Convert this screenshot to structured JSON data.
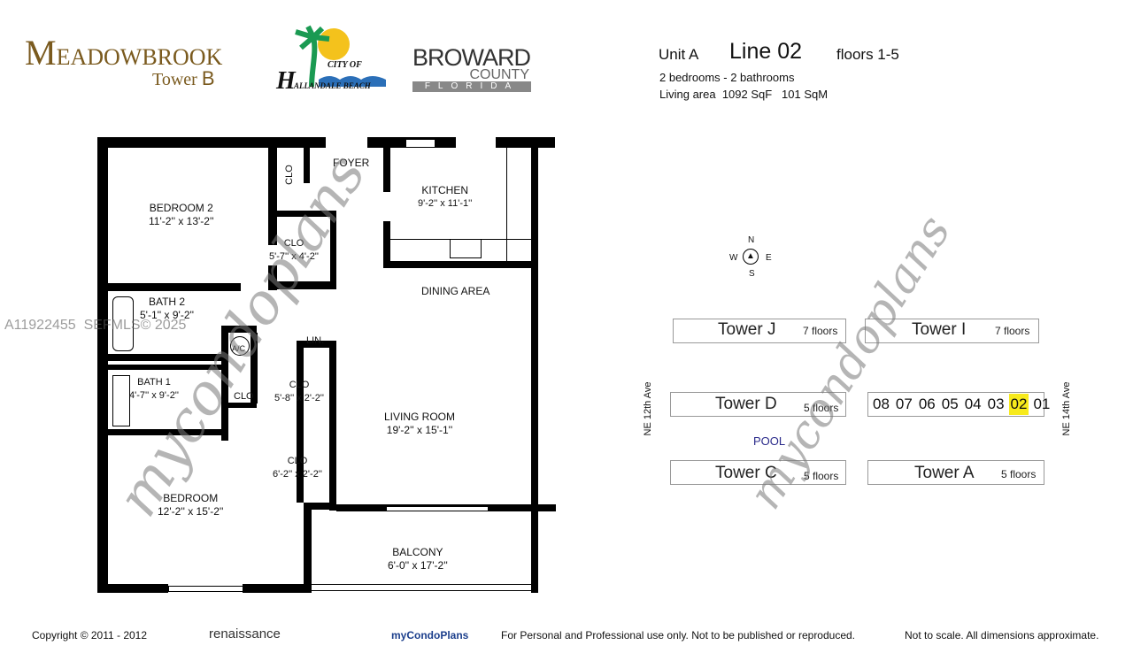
{
  "header": {
    "brand_first": "M",
    "brand_rest": "EADOWBROOK",
    "tower": "Tower",
    "tower_letter": "B",
    "city_logo": {
      "line1": "CITY OF",
      "letter": "H",
      "line2": "ALLANDALE BEACH"
    },
    "county_logo": {
      "line1": "BROWARD",
      "line2": "COUNTY",
      "line3": "FLORIDA"
    }
  },
  "unit": {
    "unit": "Unit A",
    "line": "Line 02",
    "floors": "floors 1-5",
    "beds_baths": "2 bedrooms - 2 bathrooms",
    "living_area": "Living area  1092 SqF   101 SqM"
  },
  "rooms": [
    {
      "name": "BEDROOM 2",
      "dim": "11'-2'' x 13'-2''"
    },
    {
      "name": "FOYER",
      "dim": ""
    },
    {
      "name": "KITCHEN",
      "dim": "9'-2'' x 11'-1''"
    },
    {
      "name": "CLO",
      "dim": "5'-7'' x 4'-2''"
    },
    {
      "name": "DINING AREA",
      "dim": ""
    },
    {
      "name": "BATH 2",
      "dim": "5'-1'' x 9'-2''"
    },
    {
      "name": "BATH 1",
      "dim": "4'-7'' x 9'-2''"
    },
    {
      "name": "CLO",
      "dim": "5'-8'' x 2'-2''"
    },
    {
      "name": "CLO",
      "dim": "6'-2'' x 2'-2''"
    },
    {
      "name": "LIVING ROOM",
      "dim": "19'-2'' x 15'-1''"
    },
    {
      "name": "BEDROOM",
      "dim": "12'-2'' x 15'-2''"
    },
    {
      "name": "BALCONY",
      "dim": "6'-0'' x 17'-2''"
    },
    {
      "name": "CLO",
      "dim": ""
    },
    {
      "name": "CLO",
      "dim": ""
    },
    {
      "name": "A/C",
      "dim": ""
    },
    {
      "name": "LIN.",
      "dim": ""
    }
  ],
  "compass": {
    "n": "N",
    "s": "S",
    "e": "E",
    "w": "W"
  },
  "site": {
    "towers": [
      {
        "name": "Tower  J",
        "floors": "7 floors"
      },
      {
        "name": "Tower  I",
        "floors": "7 floors"
      },
      {
        "name": "Tower D",
        "floors": "5 floors"
      },
      {
        "name": "Tower C",
        "floors": "5 floors"
      },
      {
        "name": "Tower A",
        "floors": "5 floors"
      }
    ],
    "lines": [
      "08",
      "07",
      "06",
      "05",
      "04",
      "03",
      "02",
      "01"
    ],
    "highlighted_line": "02",
    "highlight_color": "#f7ea1c",
    "pool": "POOL",
    "street_left": "NE 12th Ave",
    "street_right": "NE 14th Ave"
  },
  "watermark": {
    "mls": "A11922455  SEFMLS© 2025",
    "brand": "mycondoplans"
  },
  "footer": {
    "copyright": "Copyright © 2011 - 2012",
    "renaissance": "renaissance",
    "mycondoplans": "myCondoPlans",
    "notice": "For Personal and Professional use only.  Not to be published or reproduced.",
    "scale": "Not to scale.  All dimensions approximate."
  }
}
